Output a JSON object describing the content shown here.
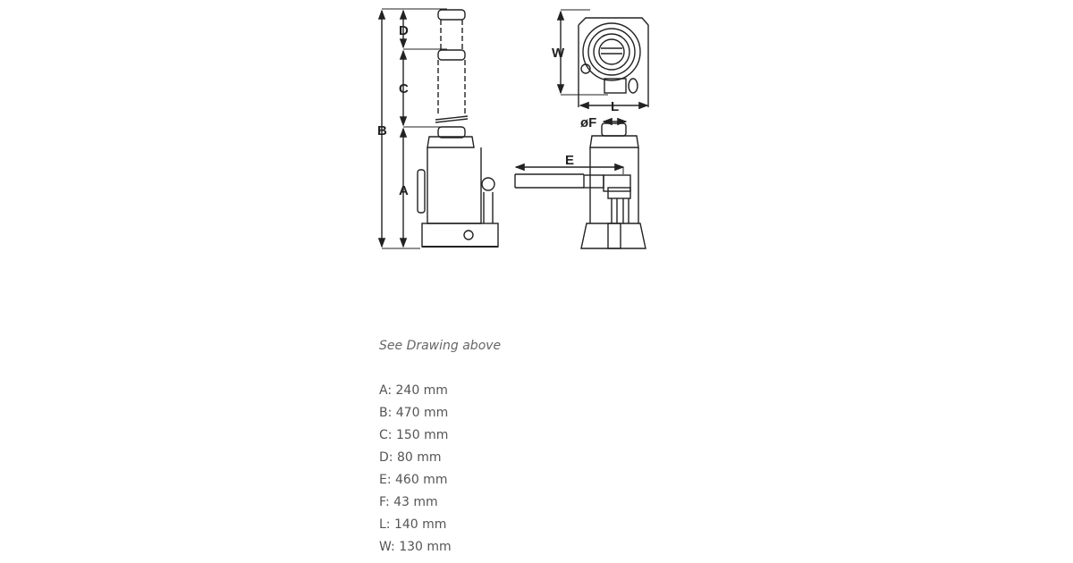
{
  "drawing": {
    "labels": {
      "A": "A",
      "B": "B",
      "C": "C",
      "D": "D",
      "E": "E",
      "F": "øF",
      "L": "L",
      "W": "W"
    }
  },
  "caption": "See Drawing above",
  "specs": [
    "A: 240 mm",
    "B: 470 mm",
    "C: 150 mm",
    "D: 80 mm",
    "E: 460 mm",
    "F: 43 mm",
    "L: 140 mm",
    "W: 130 mm"
  ]
}
